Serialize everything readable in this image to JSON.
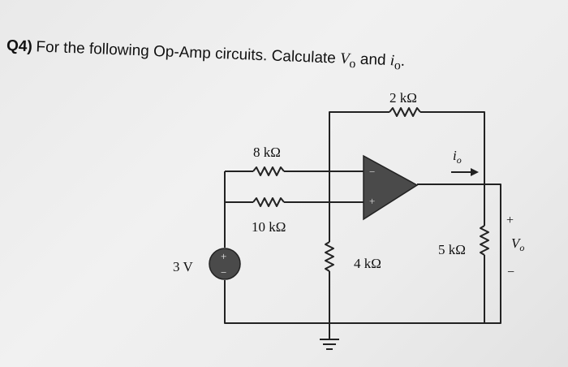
{
  "question": {
    "number": "Q4)",
    "text_part1": "For the following Op-Amp circuits. Calculate ",
    "var1": "V",
    "var1_sub": "o",
    "text_part2": " and ",
    "var2": "i",
    "var2_sub": "o",
    "text_part3": "."
  },
  "circuit": {
    "r_feedback": "2 kΩ",
    "r_top": "8 kΩ",
    "r_bottom": "10 kΩ",
    "r_ground": "4 kΩ",
    "r_load": "5 kΩ",
    "source": "3 V",
    "source_plus": "+",
    "source_minus": "−",
    "opamp_minus": "−",
    "opamp_plus": "+",
    "io_label": "i",
    "io_sub": "o",
    "vo_label": "V",
    "vo_sub": "o",
    "vo_plus": "+",
    "vo_minus": "−"
  }
}
